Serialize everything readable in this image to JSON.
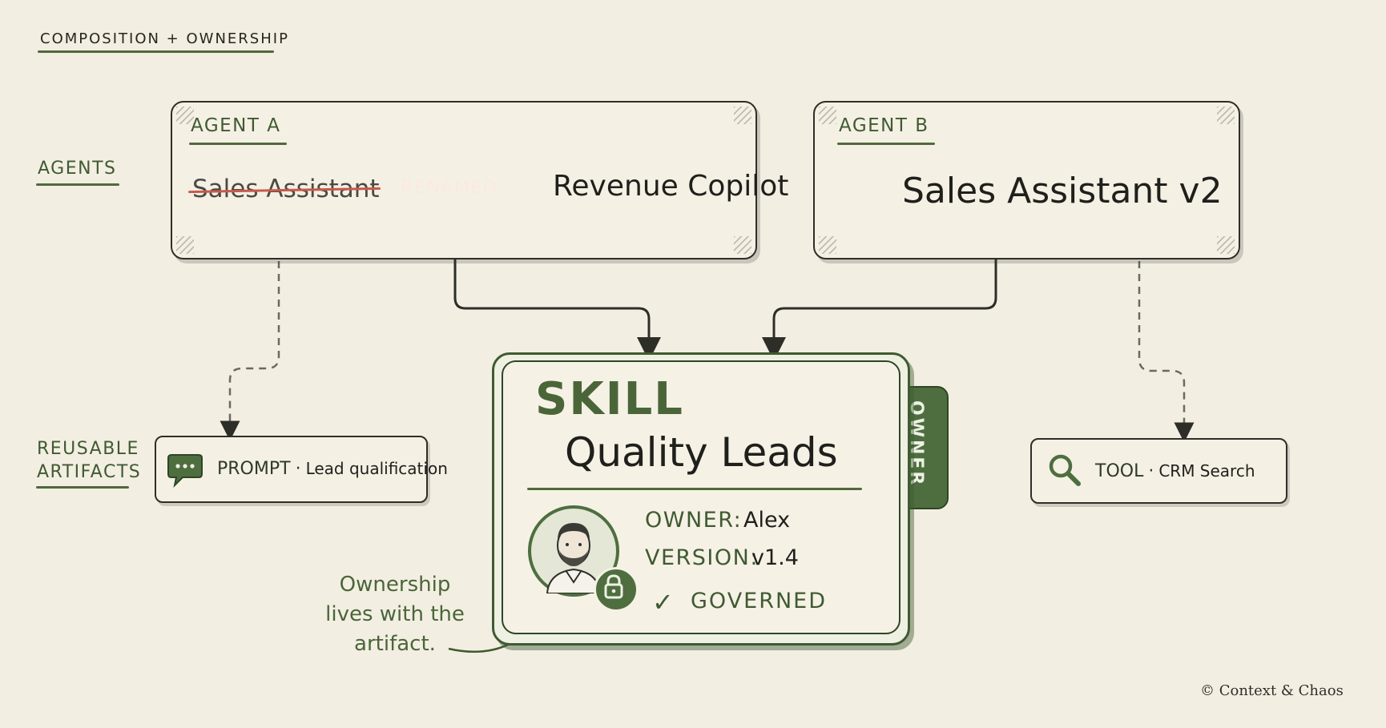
{
  "header": {
    "label": "COMPOSITION + OWNERSHIP"
  },
  "sections": {
    "agents_label": "AGENTS",
    "artifacts_label_line1": "REUSABLE",
    "artifacts_label_line2": "ARTIFACTS"
  },
  "agent_a": {
    "label": "AGENT A",
    "old_name": "Sales Assistant",
    "rename_tag": "RENAMED",
    "new_name": "Revenue Copilot"
  },
  "agent_b": {
    "label": "AGENT B",
    "name": "Sales Assistant v2"
  },
  "prompt_artifact": {
    "kind": "PROMPT",
    "separator": "·",
    "name": "Lead qualification",
    "icon": "chat-bubble-icon"
  },
  "tool_artifact": {
    "kind": "TOOL",
    "separator": "·",
    "name": "CRM Search",
    "icon": "magnifier-icon"
  },
  "skill": {
    "kicker": "SKILL",
    "title": "Quality Leads",
    "tab_label": "OWNER",
    "owner_key": "OWNER:",
    "owner_value": "Alex",
    "version_key": "VERSION:",
    "version_value": "v1.4",
    "status": "GOVERNED",
    "avatar": "bearded-man-avatar",
    "badge_icon": "lock-icon"
  },
  "annotation": {
    "line1": "Ownership",
    "line2": "lives with the",
    "line3": "artifact."
  },
  "footer": {
    "copyright": "© Context & Chaos"
  },
  "colors": {
    "background": "#f3eee2",
    "accent_green": "#4e6e3f",
    "rename_red": "#d0695a",
    "ink": "#1f1f1c"
  }
}
